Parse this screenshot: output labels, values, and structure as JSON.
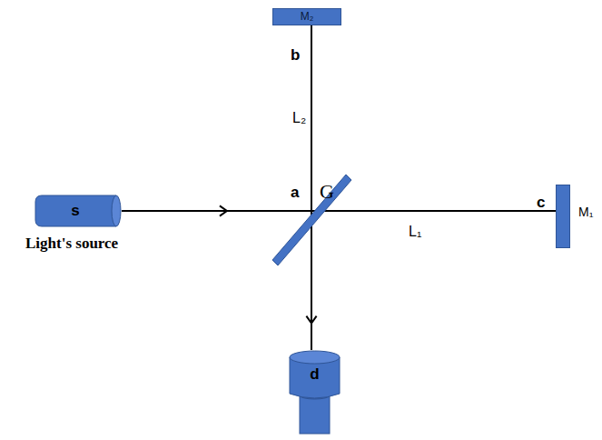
{
  "diagram": {
    "nodes": [
      {
        "text": [
          "M₂"
        ]
      },
      {
        "text": [
          "s",
          "Light's source"
        ]
      },
      {
        "text": [
          "G"
        ]
      },
      {
        "text": [
          "M₁"
        ]
      },
      {
        "text": [
          "d"
        ]
      }
    ],
    "edges": [
      {
        "from": 1,
        "to": 2,
        "arrow": "to"
      },
      {
        "from": 2,
        "to": 0,
        "arrow": "none"
      },
      {
        "from": 2,
        "to": 3,
        "arrow": "none"
      },
      {
        "from": 2,
        "to": 4,
        "arrow": "to"
      }
    ],
    "labels": [
      "b",
      "L₂",
      "a",
      "c",
      "L₁"
    ]
  }
}
